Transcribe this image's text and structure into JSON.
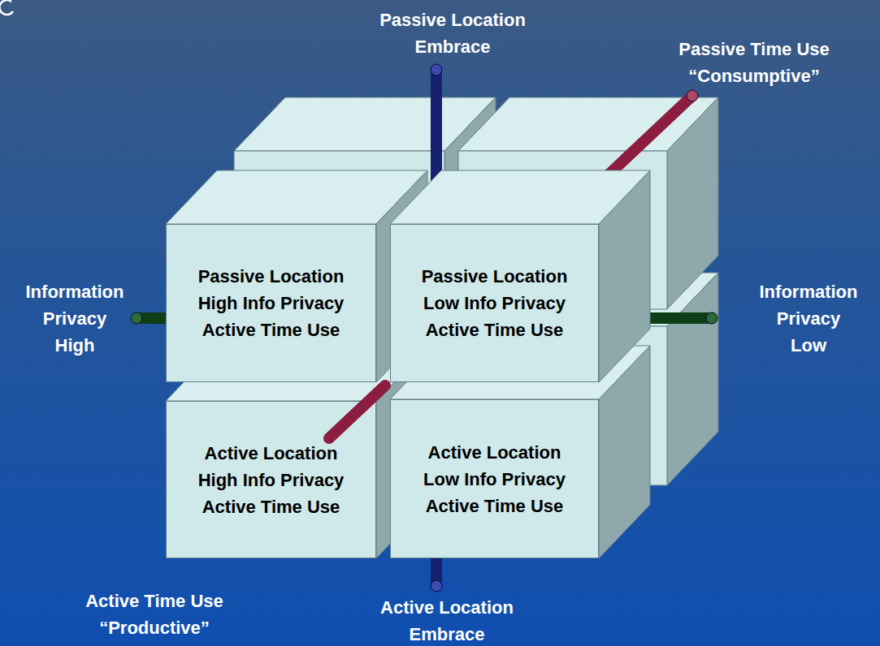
{
  "diagram": {
    "nodes": [
      {
        "text": [
          "Passive Location",
          "High Info Privacy",
          "Active Time Use"
        ]
      },
      {
        "text": [
          "Passive Location",
          "Low Info Privacy",
          "Active Time Use"
        ]
      },
      {
        "text": [
          "Active Location",
          "High Info Privacy",
          "Active Time Use"
        ]
      },
      {
        "text": [
          "Active Location",
          "Low Info Privacy",
          "Active Time Use"
        ]
      }
    ],
    "labels": [
      "Passive Location Embrace",
      "Passive Time Use “Consumptive”",
      "Information Privacy High",
      "Information Privacy Low",
      "Active Time Use “Productive”",
      "Active Location Embrace"
    ]
  }
}
